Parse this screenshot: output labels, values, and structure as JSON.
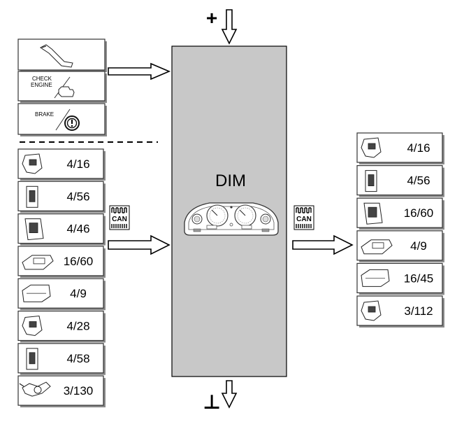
{
  "center_module": {
    "label": "DIM",
    "fill": "#c8c8c8"
  },
  "left_indicator_modules": [
    {
      "icon": "parking-brake-lever-icon",
      "text": ""
    },
    {
      "icon": "check-engine-icon",
      "text": "CHECK\nENGINE"
    },
    {
      "icon": "brake-warning-icon",
      "text": "BRAKE"
    }
  ],
  "left_modules": [
    {
      "label": "4/16",
      "icon": "control-unit-icon"
    },
    {
      "label": "4/56",
      "icon": "control-unit-icon"
    },
    {
      "label": "4/46",
      "icon": "control-unit-icon"
    },
    {
      "label": "16/60",
      "icon": "control-unit-icon"
    },
    {
      "label": "4/9",
      "icon": "control-unit-icon"
    },
    {
      "label": "4/28",
      "icon": "control-unit-icon"
    },
    {
      "label": "4/58",
      "icon": "control-unit-icon"
    },
    {
      "label": "3/130",
      "icon": "steering-switch-icon"
    }
  ],
  "right_modules": [
    {
      "label": "4/16",
      "icon": "control-unit-icon"
    },
    {
      "label": "4/56",
      "icon": "control-unit-icon"
    },
    {
      "label": "16/60",
      "icon": "control-unit-icon"
    },
    {
      "label": "4/9",
      "icon": "control-unit-icon"
    },
    {
      "label": "16/45",
      "icon": "control-unit-icon"
    },
    {
      "label": "3/112",
      "icon": "control-unit-icon"
    }
  ],
  "can_bus": {
    "label": "CAN"
  },
  "power": {
    "plus": "+",
    "ground": "⊥"
  }
}
